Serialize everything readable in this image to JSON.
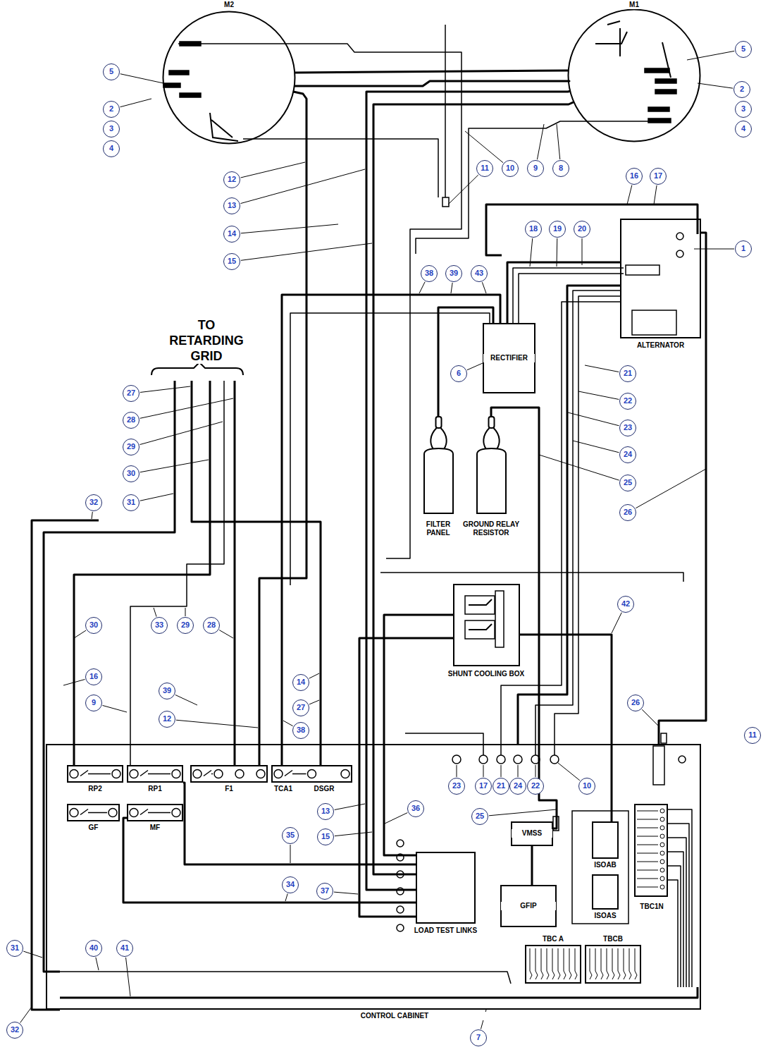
{
  "diagram": {
    "nodes": [
      {
        "text": [
          "M2"
        ]
      },
      {
        "text": [
          "M1"
        ]
      },
      {
        "text": [
          "ALTERNATOR"
        ]
      },
      {
        "text": [
          "RECTIFIER"
        ]
      },
      {
        "text": [
          "FILTER PANEL"
        ]
      },
      {
        "text": [
          "GROUND RELAY RESISTOR"
        ]
      },
      {
        "text": [
          "SHUNT COOLING BOX"
        ]
      },
      {
        "text": [
          "CONTROL CABINET"
        ]
      },
      {
        "text": [
          "RP2"
        ],
        "in": 7
      },
      {
        "text": [
          "RP1"
        ],
        "in": 7
      },
      {
        "text": [
          "F1"
        ],
        "in": 7
      },
      {
        "text": [
          "TCA1",
          "DSGR"
        ],
        "in": 7
      },
      {
        "text": [
          "GF"
        ],
        "in": 7
      },
      {
        "text": [
          "MF"
        ],
        "in": 7
      },
      {
        "text": [
          "LOAD TEST LINKS"
        ],
        "in": 7
      },
      {
        "text": [
          "VMSS"
        ],
        "in": 7
      },
      {
        "text": [
          "GFIP"
        ],
        "in": 7
      },
      {
        "text": [
          "ISOAB"
        ],
        "in": 7
      },
      {
        "text": [
          "ISOAS"
        ],
        "in": 7
      },
      {
        "text": [
          "TBC1N"
        ],
        "in": 7
      },
      {
        "text": [
          "TBC A"
        ],
        "in": 7
      },
      {
        "text": [
          "TBCB"
        ],
        "in": 7
      }
    ],
    "edges": [
      {
        "from": 0,
        "to": 1,
        "arrow": "none"
      },
      {
        "from": 0,
        "to": 1,
        "arrow": "none"
      },
      {
        "from": 0,
        "to": 10,
        "arrow": "none"
      },
      {
        "from": 1,
        "to": 14,
        "arrow": "none"
      },
      {
        "from": 1,
        "to": 14,
        "arrow": "none"
      },
      {
        "from": 2,
        "to": 3,
        "arrow": "none"
      },
      {
        "from": 3,
        "to": 4,
        "arrow": "none"
      },
      {
        "from": 3,
        "to": 11,
        "arrow": "none"
      },
      {
        "from": 5,
        "to": 15,
        "arrow": "none"
      },
      {
        "from": 6,
        "to": 17,
        "arrow": "none"
      },
      {
        "from": 2,
        "to": 7,
        "arrow": "none"
      },
      {
        "from": 2,
        "to": 7,
        "arrow": "none"
      },
      {
        "from": 6,
        "to": 14,
        "arrow": "none"
      },
      {
        "from": 6,
        "to": 14,
        "arrow": "none"
      },
      {
        "from": 13,
        "to": 14,
        "arrow": "none"
      },
      {
        "from": 9,
        "to": 14,
        "arrow": "none"
      },
      {
        "from": 15,
        "to": 16,
        "arrow": "none"
      }
    ],
    "labels": [
      "TO RETARDING GRID",
      "5",
      "2",
      "3",
      "4",
      "5",
      "2",
      "3",
      "4",
      "10",
      "9",
      "8",
      "11",
      "16",
      "17",
      "1",
      "12",
      "13",
      "14",
      "15",
      "18",
      "19",
      "20",
      "38",
      "39",
      "43",
      "6",
      "21",
      "22",
      "23",
      "24",
      "25",
      "26",
      "27",
      "28",
      "29",
      "30",
      "31",
      "32",
      "30",
      "16",
      "9",
      "33",
      "29",
      "28",
      "39",
      "12",
      "38",
      "14",
      "27",
      "42",
      "26",
      "11",
      "23",
      "17",
      "21",
      "24",
      "22",
      "10",
      "13",
      "36",
      "15",
      "35",
      "25",
      "34",
      "37",
      "31",
      "40",
      "41",
      "32",
      "7"
    ]
  }
}
